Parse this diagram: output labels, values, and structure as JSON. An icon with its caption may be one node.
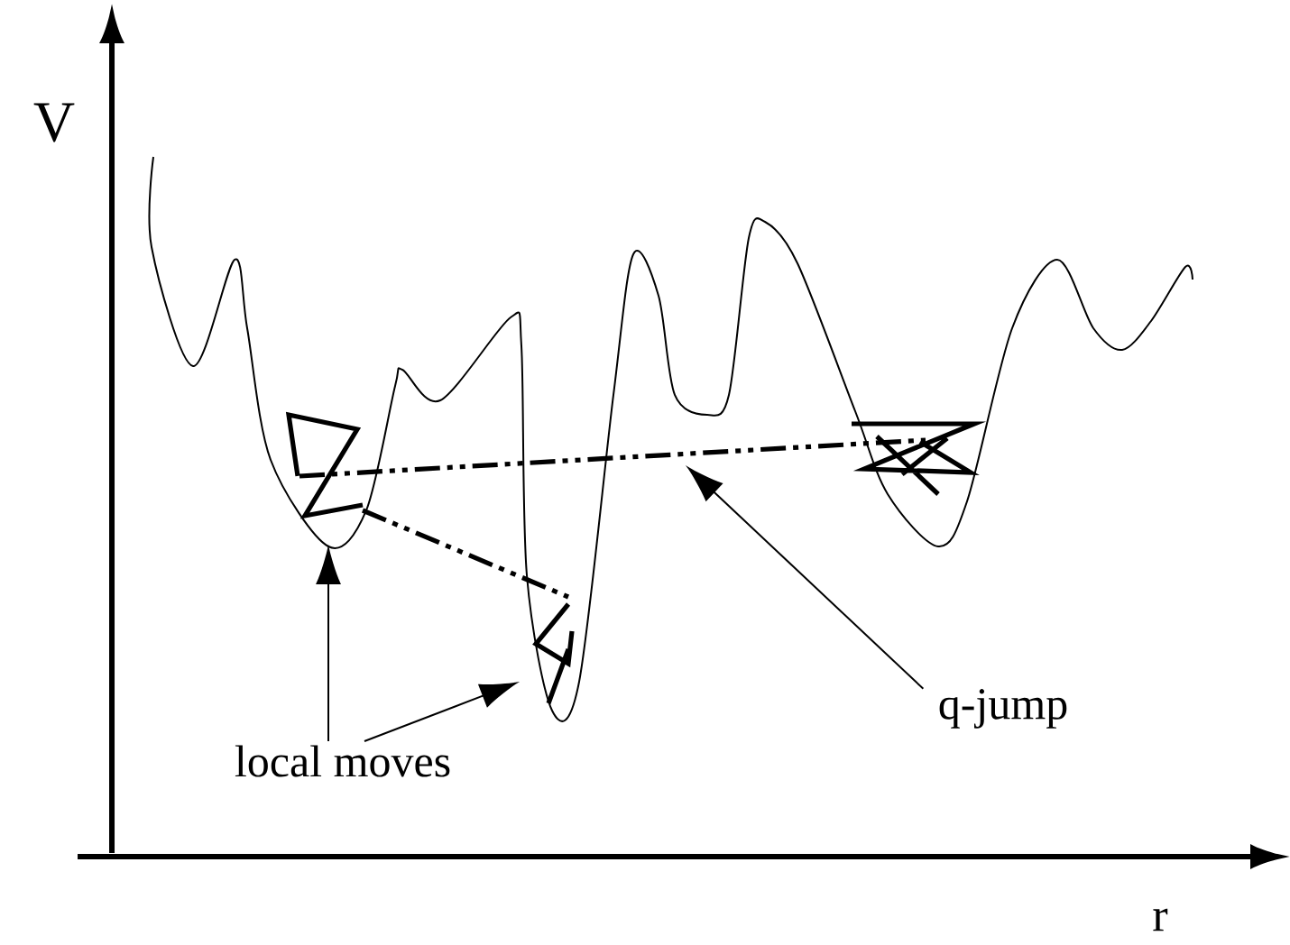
{
  "diagram": {
    "nodes": [
      {
        "text": [
          "local moves"
        ]
      },
      {
        "text": [
          "q-jump"
        ]
      }
    ],
    "edges": [
      {
        "from": 0,
        "to": null,
        "arrow": "to"
      },
      {
        "from": 0,
        "to": null,
        "arrow": "to"
      },
      {
        "from": 1,
        "to": null,
        "arrow": "to"
      }
    ],
    "labels": [
      "V",
      "r"
    ]
  }
}
